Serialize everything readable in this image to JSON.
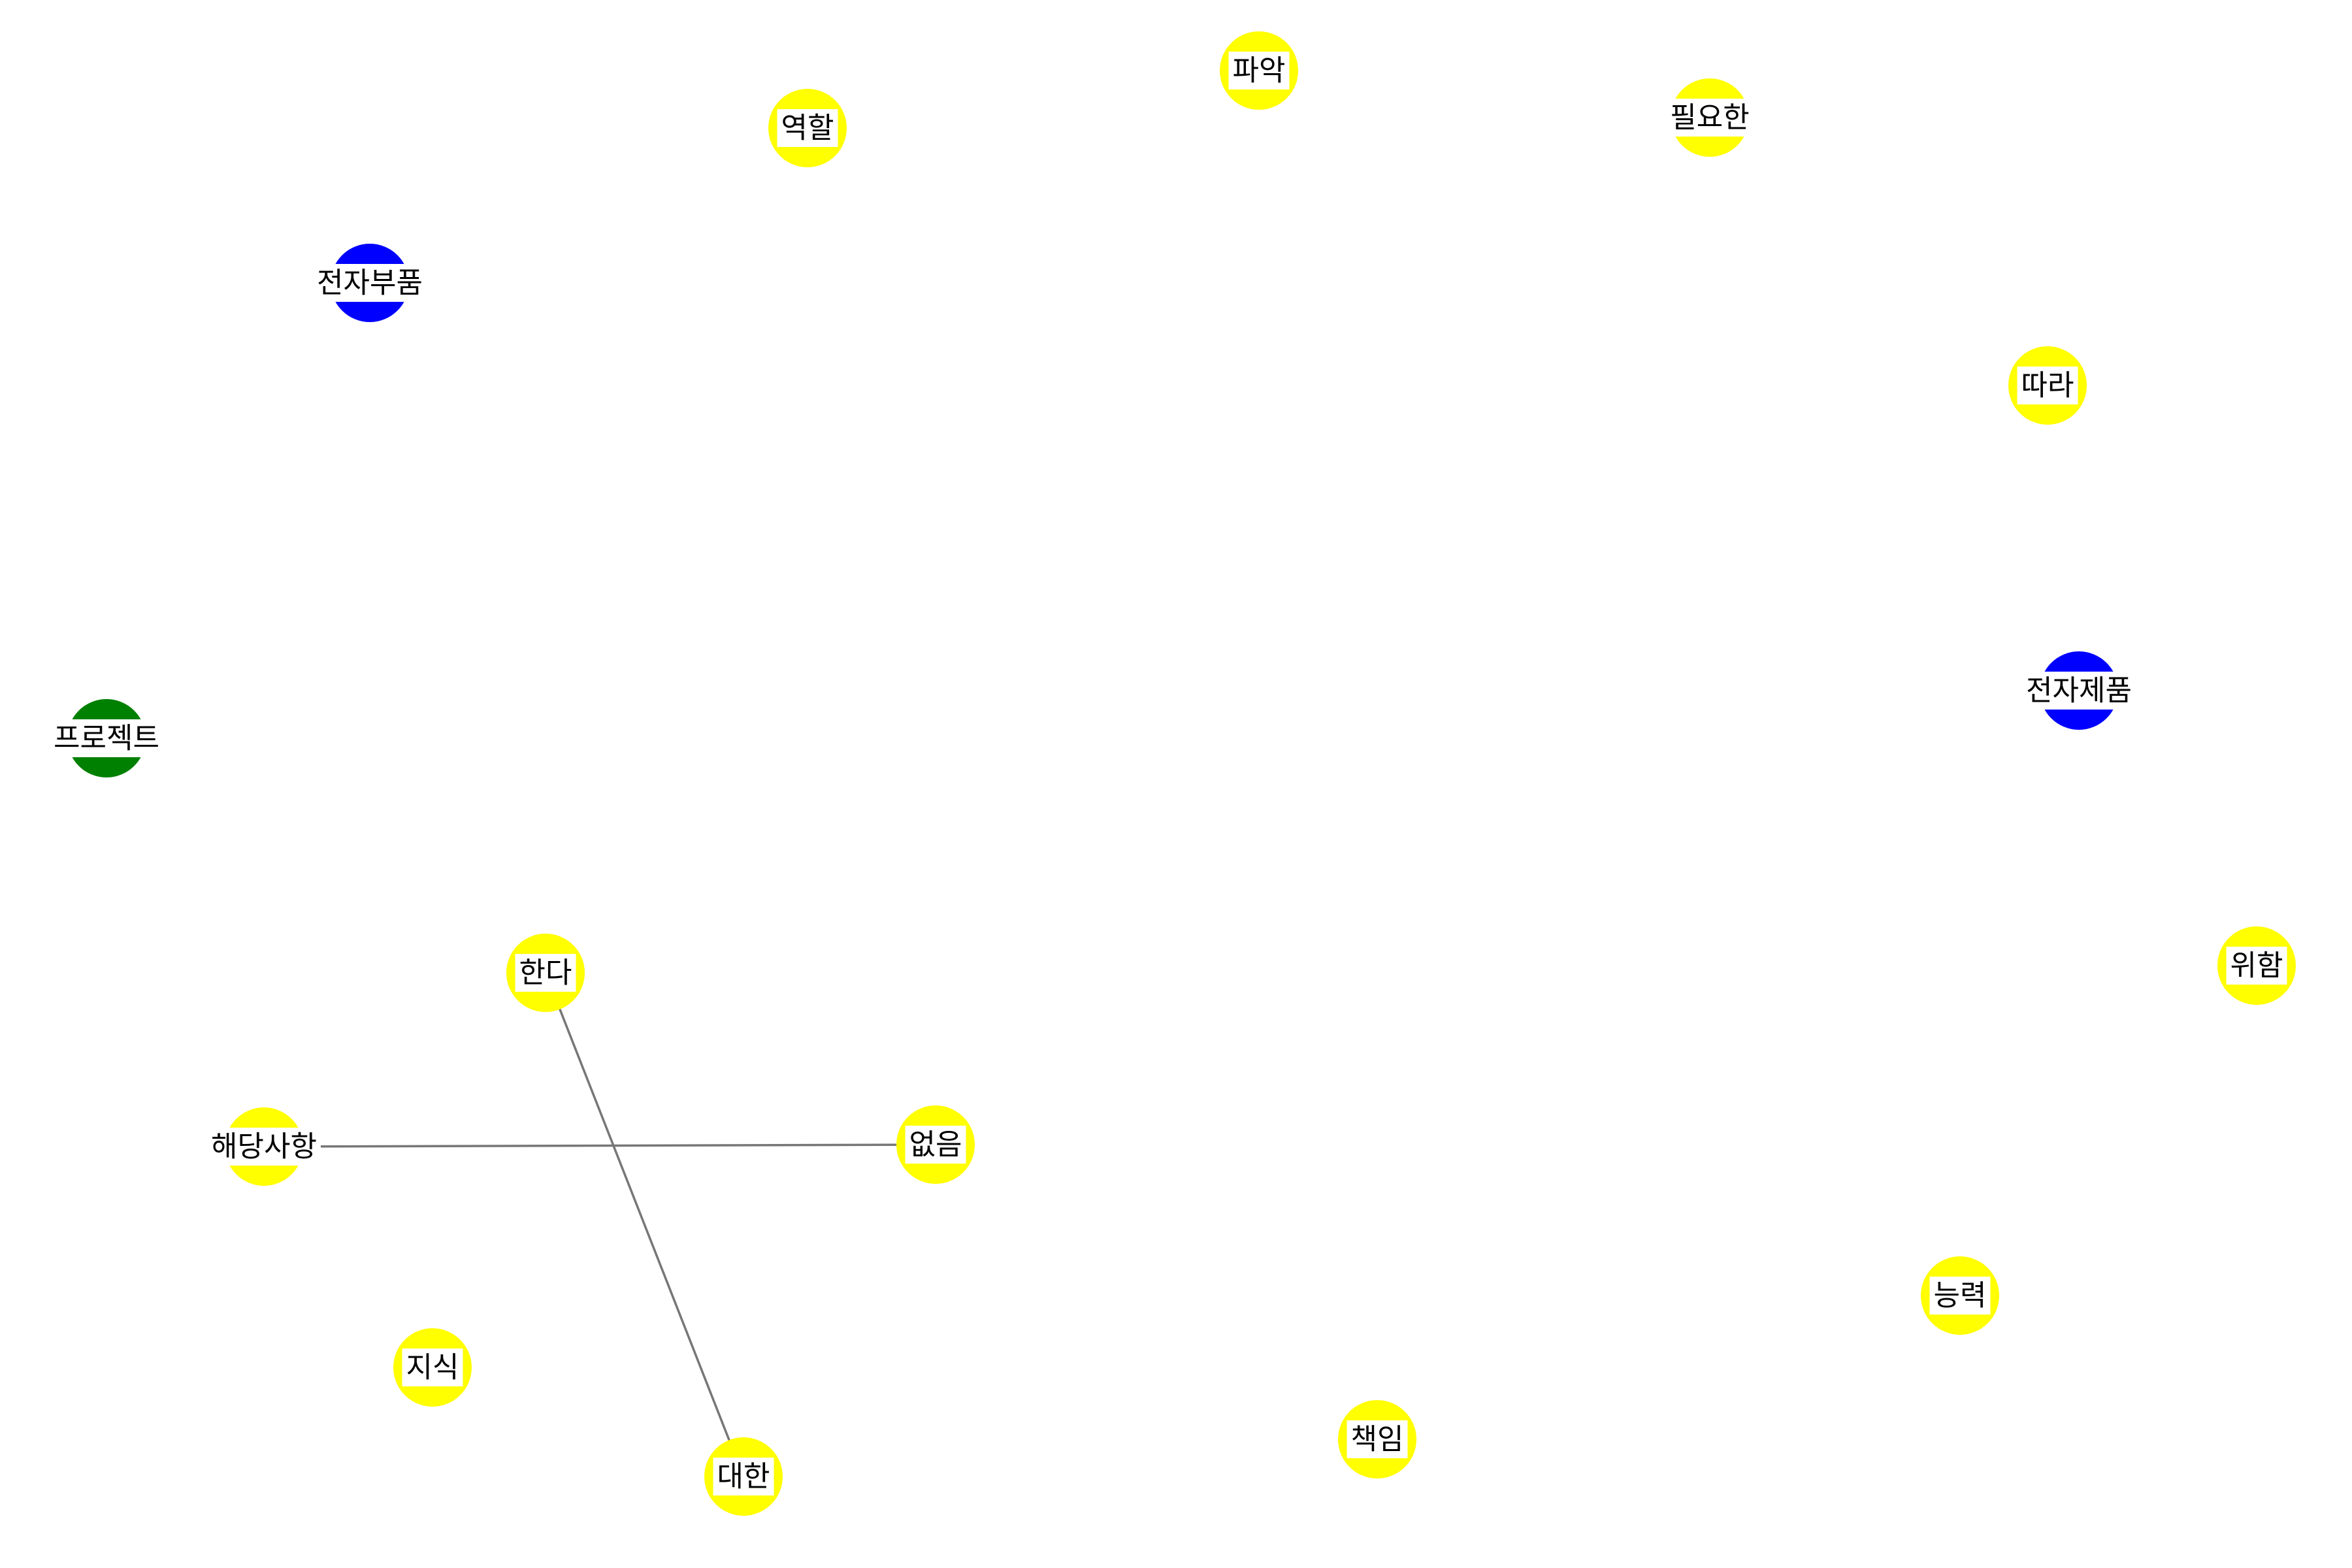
{
  "nodes": [
    {
      "id": "n01",
      "label": "파악",
      "color": "#ffff00"
    },
    {
      "id": "n02",
      "label": "역할",
      "color": "#ffff00"
    },
    {
      "id": "n03",
      "label": "필요한",
      "color": "#ffff00"
    },
    {
      "id": "n04",
      "label": "전자부품",
      "color": "#0000ff"
    },
    {
      "id": "n05",
      "label": "따라",
      "color": "#ffff00"
    },
    {
      "id": "n06",
      "label": "전자제품",
      "color": "#0000ff"
    },
    {
      "id": "n07",
      "label": "프로젝트",
      "color": "#008000"
    },
    {
      "id": "n08",
      "label": "한다",
      "color": "#ffff00"
    },
    {
      "id": "n09",
      "label": "위함",
      "color": "#ffff00"
    },
    {
      "id": "n10",
      "label": "해당사항",
      "color": "#ffff00"
    },
    {
      "id": "n11",
      "label": "없음",
      "color": "#ffff00"
    },
    {
      "id": "n12",
      "label": "능력",
      "color": "#ffff00"
    },
    {
      "id": "n13",
      "label": "지식",
      "color": "#ffff00"
    },
    {
      "id": "n14",
      "label": "책임",
      "color": "#ffff00"
    },
    {
      "id": "n15",
      "label": "대한",
      "color": "#ffff00"
    }
  ],
  "edges": [
    {
      "source": "n08",
      "target": "n15"
    },
    {
      "source": "n10",
      "target": "n11"
    }
  ],
  "edge_color": "#777777"
}
